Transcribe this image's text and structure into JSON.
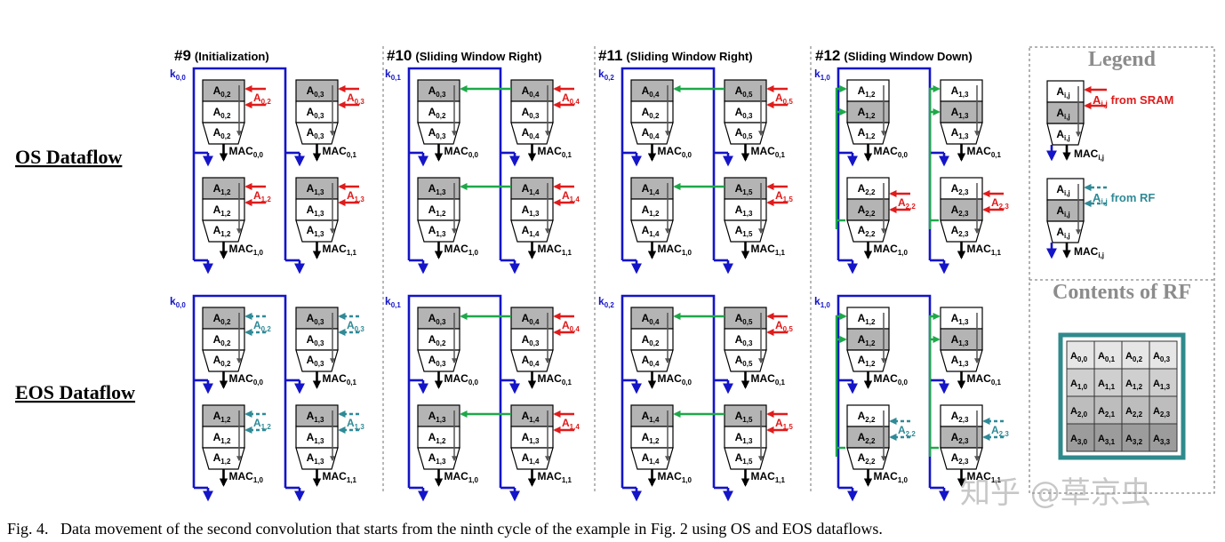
{
  "phases": [
    {
      "num": "#9",
      "title": "(Initialization)"
    },
    {
      "num": "#10",
      "title": "(Sliding Window Right)"
    },
    {
      "num": "#11",
      "title": "(Sliding Window Right)"
    },
    {
      "num": "#12",
      "title": "(Sliding Window Down)"
    }
  ],
  "rows": [
    {
      "label": "OS Dataflow"
    },
    {
      "label": "EOS Dataflow"
    }
  ],
  "k_labels": [
    [
      "k",
      "0,0"
    ],
    [
      "k",
      "0,1"
    ],
    [
      "k",
      "0,2"
    ],
    [
      "k",
      "1,0"
    ]
  ],
  "mac_labels": [
    [
      [
        "MAC",
        "0,0"
      ],
      [
        "MAC",
        "0,1"
      ]
    ],
    [
      [
        "MAC",
        "1,0"
      ],
      [
        "MAC",
        "1,1"
      ]
    ]
  ],
  "panels": {
    "os": [
      {
        "pes": [
          {
            "cells": [
              [
                "A",
                "0,2"
              ],
              [
                "A",
                "0,2"
              ],
              [
                "A",
                "0,2"
              ]
            ],
            "shade": [
              1,
              0
            ],
            "in": {
              "kind": "sram",
              "label": [
                "A",
                "0,2"
              ]
            }
          },
          {
            "cells": [
              [
                "A",
                "0,3"
              ],
              [
                "A",
                "0,3"
              ],
              [
                "A",
                "0,3"
              ]
            ],
            "shade": [
              1,
              0
            ],
            "in": {
              "kind": "sram",
              "label": [
                "A",
                "0,3"
              ]
            }
          },
          {
            "cells": [
              [
                "A",
                "1,2"
              ],
              [
                "A",
                "1,2"
              ],
              [
                "A",
                "1,2"
              ]
            ],
            "shade": [
              1,
              0
            ],
            "in": {
              "kind": "sram",
              "label": [
                "A",
                "1,2"
              ]
            }
          },
          {
            "cells": [
              [
                "A",
                "1,3"
              ],
              [
                "A",
                "1,3"
              ],
              [
                "A",
                "1,3"
              ]
            ],
            "shade": [
              1,
              0
            ],
            "in": {
              "kind": "sram",
              "label": [
                "A",
                "1,3"
              ]
            }
          }
        ]
      },
      {
        "pes": [
          {
            "cells": [
              [
                "A",
                "0,3"
              ],
              [
                "A",
                "0,2"
              ],
              [
                "A",
                "0,3"
              ]
            ],
            "shade": [
              1,
              0
            ],
            "in": {
              "kind": "none"
            }
          },
          {
            "cells": [
              [
                "A",
                "0,4"
              ],
              [
                "A",
                "0,3"
              ],
              [
                "A",
                "0,4"
              ]
            ],
            "shade": [
              1,
              0
            ],
            "in": {
              "kind": "sram",
              "label": [
                "A",
                "0,4"
              ]
            }
          },
          {
            "cells": [
              [
                "A",
                "1,3"
              ],
              [
                "A",
                "1,2"
              ],
              [
                "A",
                "1,3"
              ]
            ],
            "shade": [
              1,
              0
            ],
            "in": {
              "kind": "none"
            }
          },
          {
            "cells": [
              [
                "A",
                "1,4"
              ],
              [
                "A",
                "1,3"
              ],
              [
                "A",
                "1,4"
              ]
            ],
            "shade": [
              1,
              0
            ],
            "in": {
              "kind": "sram",
              "label": [
                "A",
                "1,4"
              ]
            }
          }
        ]
      },
      {
        "pes": [
          {
            "cells": [
              [
                "A",
                "0,4"
              ],
              [
                "A",
                "0,2"
              ],
              [
                "A",
                "0,4"
              ]
            ],
            "shade": [
              1,
              0
            ],
            "in": {
              "kind": "none"
            }
          },
          {
            "cells": [
              [
                "A",
                "0,5"
              ],
              [
                "A",
                "0,3"
              ],
              [
                "A",
                "0,5"
              ]
            ],
            "shade": [
              1,
              0
            ],
            "in": {
              "kind": "sram",
              "label": [
                "A",
                "0,5"
              ]
            }
          },
          {
            "cells": [
              [
                "A",
                "1,4"
              ],
              [
                "A",
                "1,2"
              ],
              [
                "A",
                "1,4"
              ]
            ],
            "shade": [
              1,
              0
            ],
            "in": {
              "kind": "none"
            }
          },
          {
            "cells": [
              [
                "A",
                "1,5"
              ],
              [
                "A",
                "1,3"
              ],
              [
                "A",
                "1,5"
              ]
            ],
            "shade": [
              1,
              0
            ],
            "in": {
              "kind": "sram",
              "label": [
                "A",
                "1,5"
              ]
            }
          }
        ]
      },
      {
        "pes": [
          {
            "cells": [
              [
                "A",
                "1,2"
              ],
              [
                "A",
                "1,2"
              ],
              [
                "A",
                "1,2"
              ]
            ],
            "shade": [
              0,
              1
            ],
            "in": {
              "kind": "none"
            }
          },
          {
            "cells": [
              [
                "A",
                "1,3"
              ],
              [
                "A",
                "1,3"
              ],
              [
                "A",
                "1,3"
              ]
            ],
            "shade": [
              0,
              1
            ],
            "in": {
              "kind": "none"
            }
          },
          {
            "cells": [
              [
                "A",
                "2,2"
              ],
              [
                "A",
                "2,2"
              ],
              [
                "A",
                "2,2"
              ]
            ],
            "shade": [
              0,
              1
            ],
            "in": {
              "kind": "sram",
              "label": [
                "A",
                "2,2"
              ]
            }
          },
          {
            "cells": [
              [
                "A",
                "2,3"
              ],
              [
                "A",
                "2,3"
              ],
              [
                "A",
                "2,3"
              ]
            ],
            "shade": [
              0,
              1
            ],
            "in": {
              "kind": "sram",
              "label": [
                "A",
                "2,3"
              ]
            }
          }
        ]
      }
    ],
    "eos": [
      {
        "pes": [
          {
            "cells": [
              [
                "A",
                "0,2"
              ],
              [
                "A",
                "0,2"
              ],
              [
                "A",
                "0,2"
              ]
            ],
            "shade": [
              1,
              0
            ],
            "in": {
              "kind": "rf",
              "label": [
                "A",
                "0,2"
              ]
            }
          },
          {
            "cells": [
              [
                "A",
                "0,3"
              ],
              [
                "A",
                "0,3"
              ],
              [
                "A",
                "0,3"
              ]
            ],
            "shade": [
              1,
              0
            ],
            "in": {
              "kind": "rf",
              "label": [
                "A",
                "0,3"
              ]
            }
          },
          {
            "cells": [
              [
                "A",
                "1,2"
              ],
              [
                "A",
                "1,2"
              ],
              [
                "A",
                "1,2"
              ]
            ],
            "shade": [
              1,
              0
            ],
            "in": {
              "kind": "rf",
              "label": [
                "A",
                "1,2"
              ]
            }
          },
          {
            "cells": [
              [
                "A",
                "1,3"
              ],
              [
                "A",
                "1,3"
              ],
              [
                "A",
                "1,3"
              ]
            ],
            "shade": [
              1,
              0
            ],
            "in": {
              "kind": "rf",
              "label": [
                "A",
                "1,3"
              ]
            }
          }
        ]
      },
      {
        "pes": [
          {
            "cells": [
              [
                "A",
                "0,3"
              ],
              [
                "A",
                "0,2"
              ],
              [
                "A",
                "0,3"
              ]
            ],
            "shade": [
              1,
              0
            ],
            "in": {
              "kind": "none"
            }
          },
          {
            "cells": [
              [
                "A",
                "0,4"
              ],
              [
                "A",
                "0,3"
              ],
              [
                "A",
                "0,4"
              ]
            ],
            "shade": [
              1,
              0
            ],
            "in": {
              "kind": "sram",
              "label": [
                "A",
                "0,4"
              ]
            }
          },
          {
            "cells": [
              [
                "A",
                "1,3"
              ],
              [
                "A",
                "1,2"
              ],
              [
                "A",
                "1,3"
              ]
            ],
            "shade": [
              1,
              0
            ],
            "in": {
              "kind": "none"
            }
          },
          {
            "cells": [
              [
                "A",
                "1,4"
              ],
              [
                "A",
                "1,3"
              ],
              [
                "A",
                "1,4"
              ]
            ],
            "shade": [
              1,
              0
            ],
            "in": {
              "kind": "sram",
              "label": [
                "A",
                "1,4"
              ]
            }
          }
        ]
      },
      {
        "pes": [
          {
            "cells": [
              [
                "A",
                "0,4"
              ],
              [
                "A",
                "0,2"
              ],
              [
                "A",
                "0,4"
              ]
            ],
            "shade": [
              1,
              0
            ],
            "in": {
              "kind": "none"
            }
          },
          {
            "cells": [
              [
                "A",
                "0,5"
              ],
              [
                "A",
                "0,3"
              ],
              [
                "A",
                "0,5"
              ]
            ],
            "shade": [
              1,
              0
            ],
            "in": {
              "kind": "sram",
              "label": [
                "A",
                "0,5"
              ]
            }
          },
          {
            "cells": [
              [
                "A",
                "1,4"
              ],
              [
                "A",
                "1,2"
              ],
              [
                "A",
                "1,4"
              ]
            ],
            "shade": [
              1,
              0
            ],
            "in": {
              "kind": "none"
            }
          },
          {
            "cells": [
              [
                "A",
                "1,5"
              ],
              [
                "A",
                "1,3"
              ],
              [
                "A",
                "1,5"
              ]
            ],
            "shade": [
              1,
              0
            ],
            "in": {
              "kind": "sram",
              "label": [
                "A",
                "1,5"
              ]
            }
          }
        ]
      },
      {
        "pes": [
          {
            "cells": [
              [
                "A",
                "1,2"
              ],
              [
                "A",
                "1,2"
              ],
              [
                "A",
                "1,2"
              ]
            ],
            "shade": [
              0,
              1
            ],
            "in": {
              "kind": "none"
            }
          },
          {
            "cells": [
              [
                "A",
                "1,3"
              ],
              [
                "A",
                "1,3"
              ],
              [
                "A",
                "1,3"
              ]
            ],
            "shade": [
              0,
              1
            ],
            "in": {
              "kind": "none"
            }
          },
          {
            "cells": [
              [
                "A",
                "2,2"
              ],
              [
                "A",
                "2,2"
              ],
              [
                "A",
                "2,2"
              ]
            ],
            "shade": [
              0,
              1
            ],
            "in": {
              "kind": "rf",
              "label": [
                "A",
                "2,2"
              ]
            }
          },
          {
            "cells": [
              [
                "A",
                "2,3"
              ],
              [
                "A",
                "2,3"
              ],
              [
                "A",
                "2,3"
              ]
            ],
            "shade": [
              0,
              1
            ],
            "in": {
              "kind": "rf",
              "label": [
                "A",
                "2,3"
              ]
            }
          }
        ]
      }
    ]
  },
  "legend": {
    "title": "Legend",
    "cell": [
      "A",
      "i,j"
    ],
    "mac": [
      "MAC",
      "i,j"
    ],
    "sram_label": [
      "A",
      "i,j",
      " from SRAM"
    ],
    "rf_label": [
      "A",
      "i,j",
      " from RF"
    ]
  },
  "rf": {
    "title": "Contents of RF",
    "grid": [
      [
        [
          "A",
          "0,0"
        ],
        [
          "A",
          "0,1"
        ],
        [
          "A",
          "0,2"
        ],
        [
          "A",
          "0,3"
        ]
      ],
      [
        [
          "A",
          "1,0"
        ],
        [
          "A",
          "1,1"
        ],
        [
          "A",
          "1,2"
        ],
        [
          "A",
          "1,3"
        ]
      ],
      [
        [
          "A",
          "2,0"
        ],
        [
          "A",
          "2,1"
        ],
        [
          "A",
          "2,2"
        ],
        [
          "A",
          "2,3"
        ]
      ],
      [
        [
          "A",
          "3,0"
        ],
        [
          "A",
          "3,1"
        ],
        [
          "A",
          "3,2"
        ],
        [
          "A",
          "3,3"
        ]
      ]
    ],
    "shades": [
      "#e6e6e6",
      "#cfcfcf",
      "#bdbdbd",
      "#9c9c9c"
    ]
  },
  "caption": "Fig. 4.   Data movement of the second convolution that starts from the ninth cycle of the example in Fig. 2 using OS and EOS dataflows.",
  "watermark": "知乎 @草京虫",
  "colors": {
    "blue": "#1414c8",
    "red": "#e01b1b",
    "teal": "#2f8a96",
    "green": "#1ea84a",
    "shade": "#b4b4b4",
    "rf_border": "#2f8a8c"
  }
}
